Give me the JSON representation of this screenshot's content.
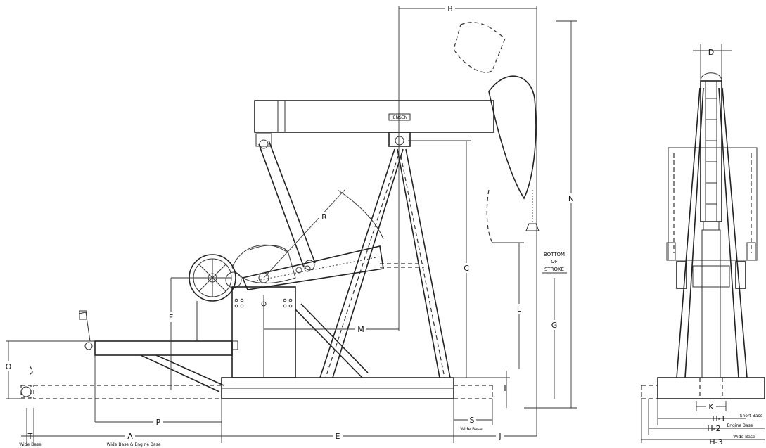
{
  "brand_plate": "JENSEN",
  "dimension_labels": {
    "A": "A",
    "B": "B",
    "C": "C",
    "D": "D",
    "E": "E",
    "F": "F",
    "G": "G",
    "I": "I",
    "J": "J",
    "K": "K",
    "L": "L",
    "M": "M",
    "N": "N",
    "O": "O",
    "P": "P",
    "R": "R",
    "S": "S",
    "T": "T",
    "H1": "H-1",
    "H2": "H-2",
    "H3": "H-3"
  },
  "stroke_note": {
    "line1": "BOTTOM",
    "line2": "OF",
    "line3": "STROKE"
  },
  "base_notes": {
    "t_note": "Wide Base",
    "a_note": "Wide Base & Engine Base",
    "s_note": "Wide Base",
    "h1_note": "Short Base",
    "h2_note": "Engine Base",
    "h3_note": "Wide Base"
  }
}
